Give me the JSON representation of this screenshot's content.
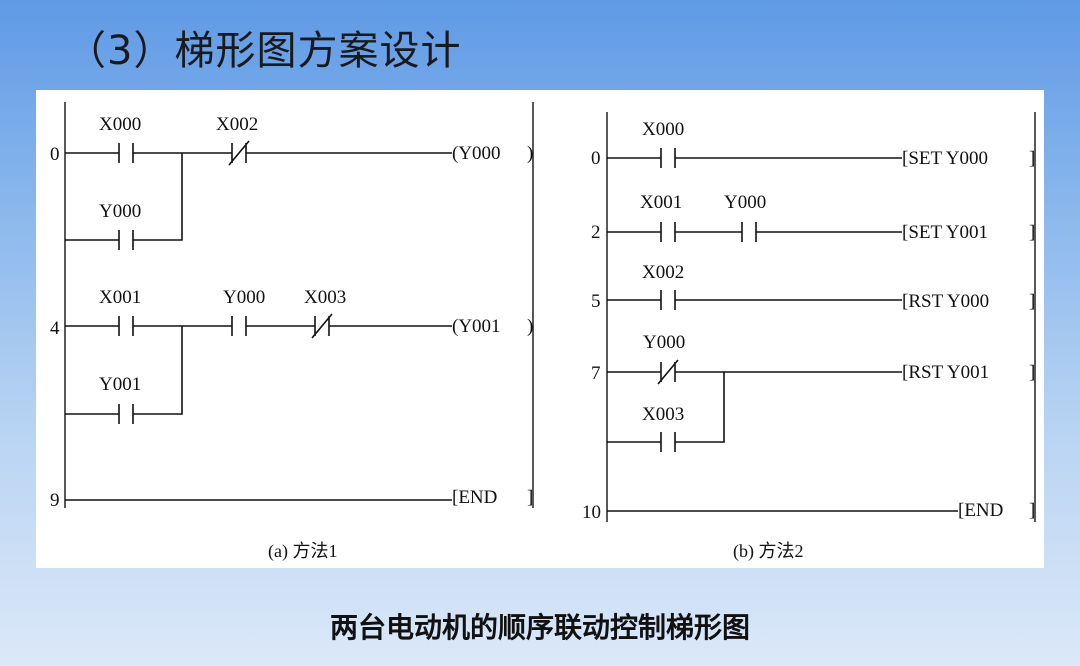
{
  "slide_title": "（3）梯形图方案设计",
  "caption": "两台电动机的顺序联动控制梯形图",
  "diagram_a": {
    "caption": "(a) 方法1",
    "steps": [
      "0",
      "4",
      "9"
    ],
    "contacts": [
      "X000",
      "X002",
      "Y000",
      "X001",
      "Y000",
      "X003",
      "Y001"
    ],
    "outputs": [
      "(Y000",
      ")",
      "(Y001",
      ")",
      "[END",
      "]"
    ]
  },
  "diagram_b": {
    "caption": "(b) 方法2",
    "steps": [
      "0",
      "2",
      "5",
      "7",
      "10"
    ],
    "contacts": [
      "X000",
      "X001",
      "Y000",
      "X002",
      "Y000",
      "X003"
    ],
    "outputs": [
      "[SET  Y000",
      "]",
      "[SET  Y001",
      "]",
      "[RST  Y000",
      "]",
      "[RST Y001",
      "]",
      "[END",
      "]"
    ]
  }
}
